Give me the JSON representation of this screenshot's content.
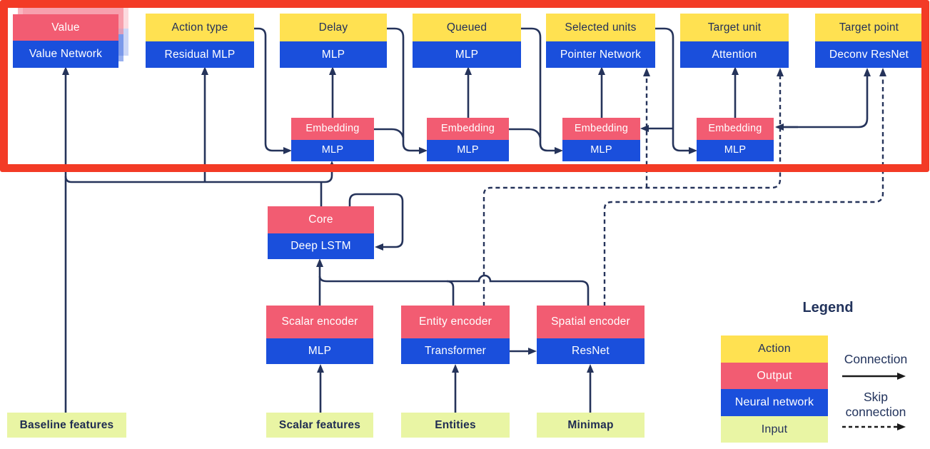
{
  "diagram": {
    "value_head": {
      "output": "Value",
      "network": "Value Network"
    },
    "action_heads": [
      {
        "action": "Action type",
        "network": "Residual MLP"
      },
      {
        "action": "Delay",
        "network": "MLP"
      },
      {
        "action": "Queued",
        "network": "MLP"
      },
      {
        "action": "Selected units",
        "network": "Pointer Network"
      },
      {
        "action": "Target unit",
        "network": "Attention"
      },
      {
        "action": "Target point",
        "network": "Deconv ResNet"
      }
    ],
    "embeddings": [
      {
        "output": "Embedding",
        "network": "MLP"
      },
      {
        "output": "Embedding",
        "network": "MLP"
      },
      {
        "output": "Embedding",
        "network": "MLP"
      },
      {
        "output": "Embedding",
        "network": "MLP"
      }
    ],
    "core": {
      "output": "Core",
      "network": "Deep LSTM"
    },
    "encoders": [
      {
        "output": "Scalar encoder",
        "network": "MLP"
      },
      {
        "output": "Entity encoder",
        "network": "Transformer"
      },
      {
        "output": "Spatial encoder",
        "network": "ResNet"
      }
    ],
    "inputs": [
      "Baseline features",
      "Scalar features",
      "Entities",
      "Minimap"
    ]
  },
  "legend": {
    "title": "Legend",
    "rows": [
      {
        "label": "Action"
      },
      {
        "label": "Output"
      },
      {
        "label": "Neural network"
      },
      {
        "label": "Input"
      }
    ],
    "connection_label": "Connection",
    "skip_label_line1": "Skip",
    "skip_label_line2": "connection"
  },
  "colors": {
    "action_yellow": "#FFE151",
    "output_pink": "#F25C72",
    "network_blue": "#1A4FDC",
    "input_green": "#E9F5A4",
    "line_navy": "#25335A",
    "highlight_red": "#F33B26"
  }
}
